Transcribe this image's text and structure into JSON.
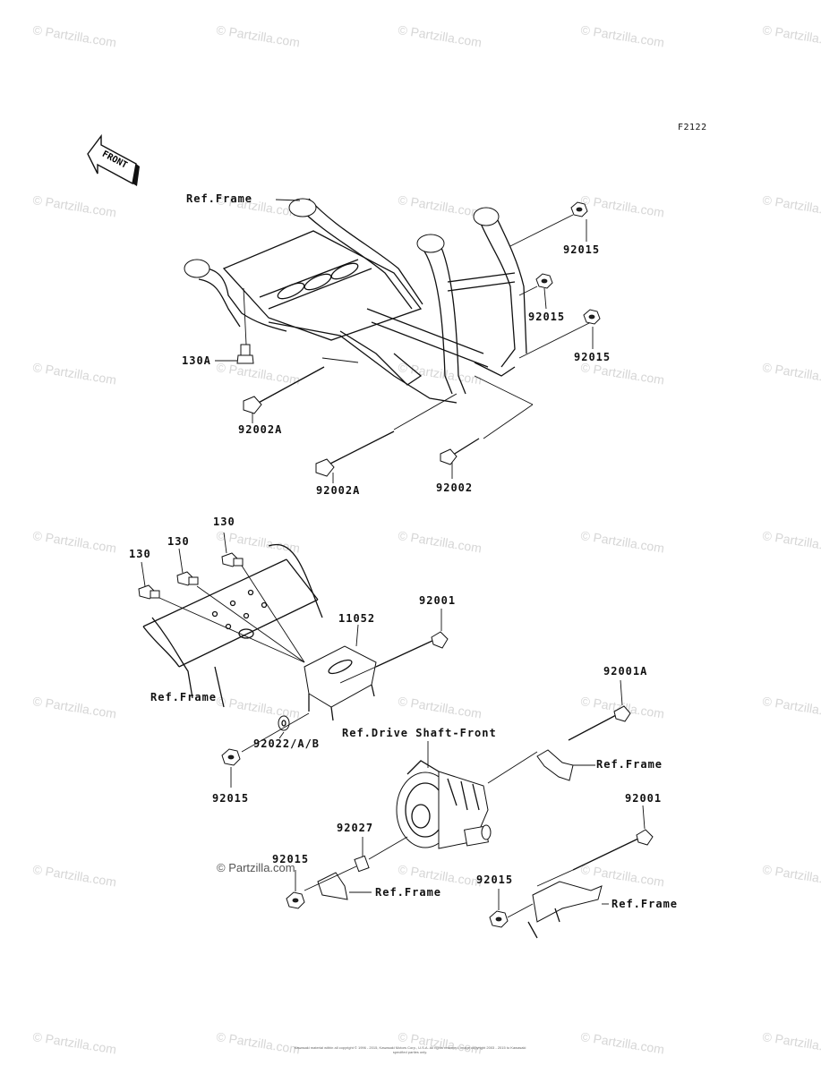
{
  "figure": {
    "code": "F2122",
    "front_arrow_label": "FRONT"
  },
  "watermark": {
    "text": "© Partzilla.com"
  },
  "copyright_mark": "© Partzilla.com",
  "footer_note": "Kawasaki material within all copyright © 1996 - 2015, Kawasaki Motors Corp., U.S.A. All rights reserved. Image copyright 2003 - 2015 to Kawasaki specified parties only.",
  "callouts": {
    "ref_frame_top": "Ref.Frame",
    "p92015_a": "92015",
    "p92015_b": "92015",
    "p92015_c": "92015",
    "p130A": "130A",
    "p92002A_a": "92002A",
    "p92002A_b": "92002A",
    "p92002": "92002",
    "p130_a": "130",
    "p130_b": "130",
    "p130_c": "130",
    "p11052": "11052",
    "p92001_top": "92001",
    "ref_frame_mid": "Ref.Frame",
    "p92001A": "92001A",
    "ref_drive_shaft": "Ref.Drive Shaft-Front",
    "p92022": "92022/A/B",
    "ref_frame_right": "Ref.Frame",
    "p92015_d": "92015",
    "p92027": "92027",
    "p92001_bottom": "92001",
    "p92015_e": "92015",
    "ref_frame_bottom_left": "Ref.Frame",
    "p92015_f": "92015",
    "ref_frame_bottom_right": "Ref.Frame"
  }
}
